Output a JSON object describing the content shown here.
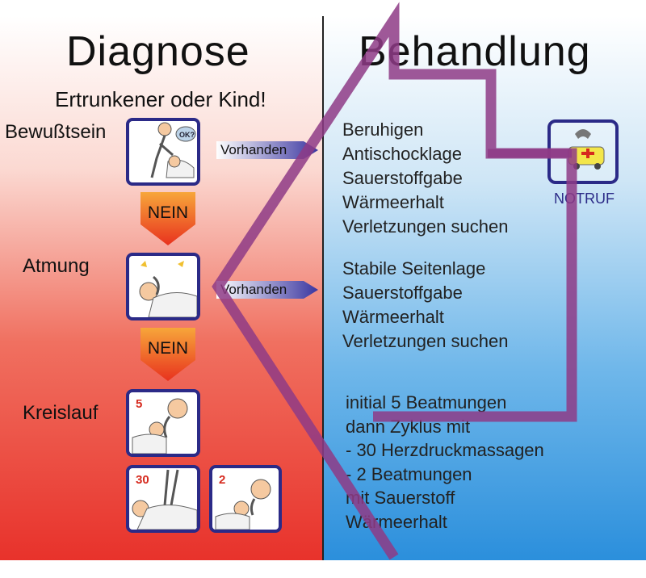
{
  "diagnose": {
    "title": "Diagnose",
    "subtitle": "Ertrunkener oder Kind!",
    "steps": [
      {
        "label": "Bewußtsein",
        "badge": "OK?"
      },
      {
        "label": "Atmung"
      },
      {
        "label": "Kreislauf"
      }
    ],
    "nein_label": "NEIN",
    "vorhanden_label": "Vorhanden",
    "counts": {
      "first": "5",
      "compressions": "30",
      "breaths": "2"
    }
  },
  "behandlung": {
    "title": "Behandlung",
    "group1": [
      "Beruhigen",
      "Antischocklage",
      "Sauerstoffgabe",
      "Wärmeerhalt",
      "Verletzungen suchen"
    ],
    "group2": [
      "Stabile Seitenlage",
      "Sauerstoffgabe",
      "Wärmeerhalt",
      "Verletzungen suchen"
    ],
    "group3": [
      "initial 5 Beatmungen",
      "dann Zyklus mit",
      "- 30 Herzdruckmassagen",
      "- 2 Beatmungen",
      "mit Sauerstoff",
      "Wärmeerhalt"
    ],
    "notruf": "NOTRUF"
  },
  "colors": {
    "frame": "#2b2a87",
    "purple_line": "#8e3b86",
    "arrow_orange": "#f29a2e",
    "arrow_red": "#e8321e",
    "vorhanden_arrow": "#4a46a8"
  }
}
